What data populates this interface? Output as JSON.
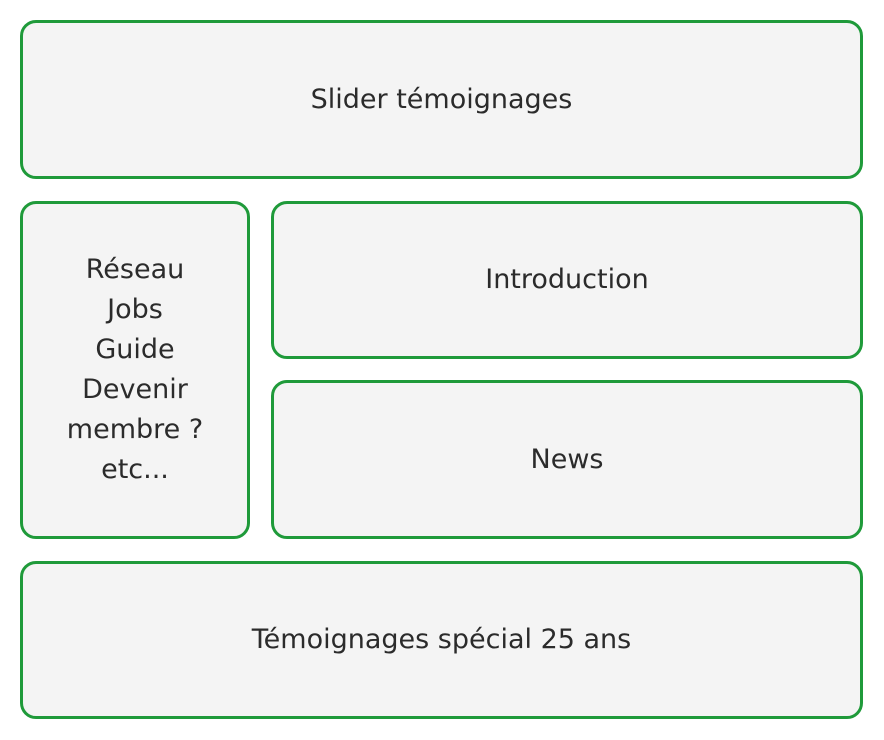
{
  "blocks": {
    "slider": "Slider témoignages",
    "nav": {
      "lines": [
        "Réseau",
        "Jobs",
        "Guide",
        "Devenir",
        "membre ?",
        "etc..."
      ]
    },
    "introduction": "Introduction",
    "news": "News",
    "temoignages_25": "Témoignages spécial 25 ans"
  },
  "colors": {
    "border": "#1f9a3a",
    "fill": "#f4f4f4",
    "text": "#2b2b2b"
  }
}
